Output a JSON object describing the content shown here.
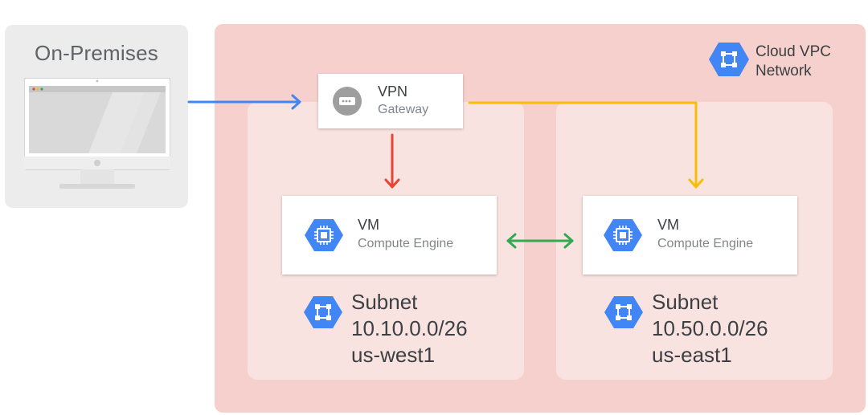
{
  "on_premises": {
    "title": "On-Premises",
    "icon": "desktop-computer-icon"
  },
  "cloud_vpc": {
    "title_line1": "Cloud VPC",
    "title_line2": "Network",
    "icon": "vpc-network-icon"
  },
  "vpn_gateway": {
    "title": "VPN",
    "subtitle": "Gateway",
    "icon": "vpn-gateway-icon"
  },
  "vm_west": {
    "title": "VM",
    "subtitle": "Compute Engine",
    "icon": "compute-engine-icon"
  },
  "vm_east": {
    "title": "VM",
    "subtitle": "Compute Engine",
    "icon": "compute-engine-icon"
  },
  "subnet_west": {
    "label": "Subnet",
    "cidr": "10.10.0.0/26",
    "region": "us-west1",
    "icon": "subnet-icon"
  },
  "subnet_east": {
    "label": "Subnet",
    "cidr": "10.50.0.0/26",
    "region": "us-east1",
    "icon": "subnet-icon"
  },
  "colors": {
    "onprem_to_vpn": "#4285f4",
    "vpn_to_west": "#ea4335",
    "vpn_to_east": "#fbbc04",
    "vm_to_vm": "#34a853",
    "gcp_icon_blue": "#4285f4",
    "vpc_background": "#f6d0cd",
    "subnet_background": "#f9e3e1"
  }
}
